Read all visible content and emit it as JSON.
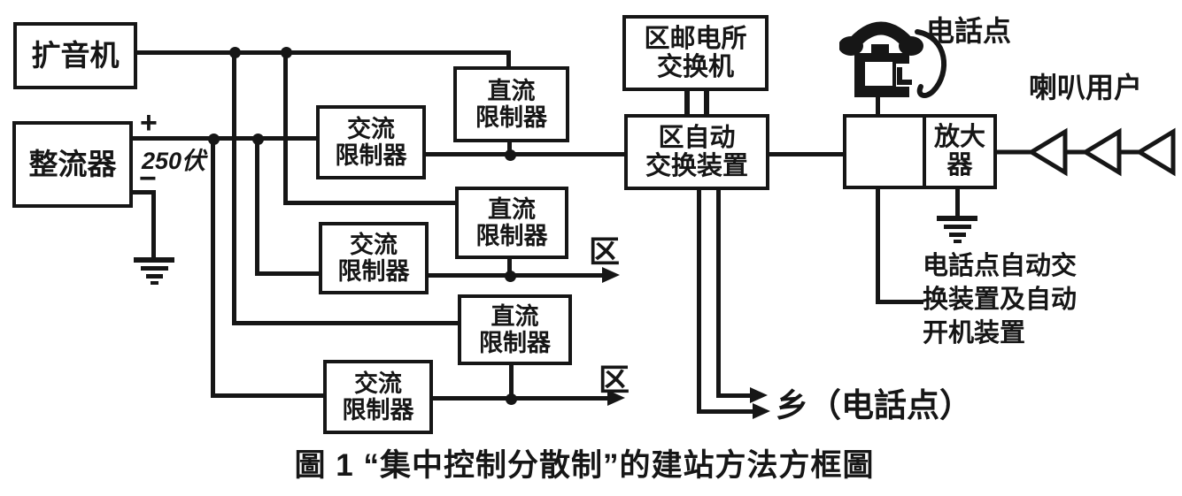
{
  "figure": {
    "caption": "圖 1 “集中控制分散制”的建站方法方框圖"
  },
  "boxes": {
    "amplifier": {
      "label": "扩音机"
    },
    "rectifier": {
      "label": "整流器"
    },
    "ac_limiter": {
      "line1": "交流",
      "line2": "限制器"
    },
    "dc_limiter": {
      "line1": "直流",
      "line2": "限制器"
    },
    "district_office_switch": {
      "line1": "区邮电所",
      "line2": "交换机"
    },
    "district_auto_switch": {
      "line1": "区自动",
      "line2": "交换装置"
    },
    "power_amplifier": {
      "line1": "放大",
      "line2": "器"
    }
  },
  "labels": {
    "plus": "+",
    "voltage": "250伏",
    "minus": "−",
    "district": "区",
    "phone_point": "电話点",
    "speaker_users": "喇叭用户",
    "township_phone_point": "乡（电話点）",
    "phone_note_line1": "电話点自动交",
    "phone_note_line2": "换装置及自动",
    "phone_note_line3": "开机装置"
  },
  "colors": {
    "ink": "#161616",
    "paper": "#ffffff"
  }
}
